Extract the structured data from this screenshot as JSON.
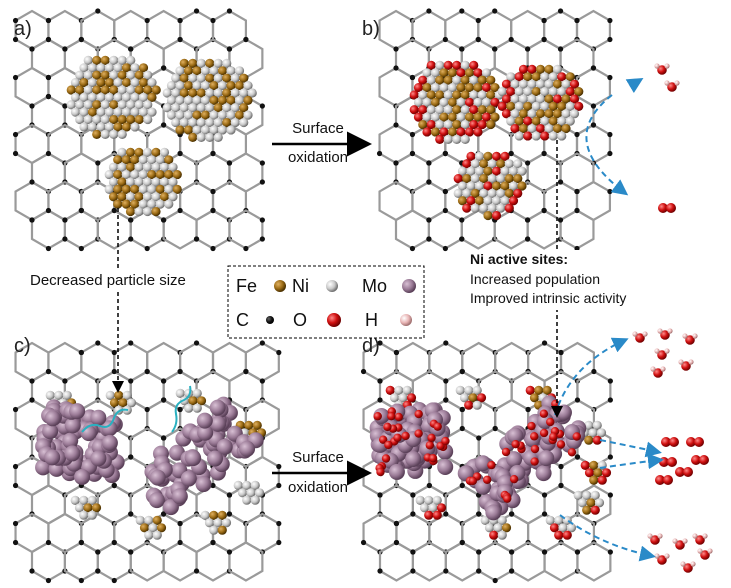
{
  "panels": {
    "a": "a)",
    "b": "b)",
    "c": "c)",
    "d": "d)"
  },
  "arrows": {
    "top": {
      "line1": "Surface",
      "line2": "oxidation"
    },
    "bottom": {
      "line1": "Surface",
      "line2": "oxidation"
    }
  },
  "left_note": "Decreased particle size",
  "ni_note": {
    "title": "Ni active sites:",
    "line1": "Increased population",
    "line2": "Improved intrinsic activity"
  },
  "legend": {
    "fe": "Fe",
    "ni": "Ni",
    "mo": "Mo",
    "c": "C",
    "o": "O",
    "h": "H"
  },
  "colors": {
    "fe": "#9a6a14",
    "ni": "#c8c8c8",
    "mo": "#9a7a96",
    "c": "#111111",
    "o": "#d01010",
    "h": "#e8b4b4",
    "flow_arrow": "#2a8ac8",
    "lattice": "#8a8a8a"
  }
}
